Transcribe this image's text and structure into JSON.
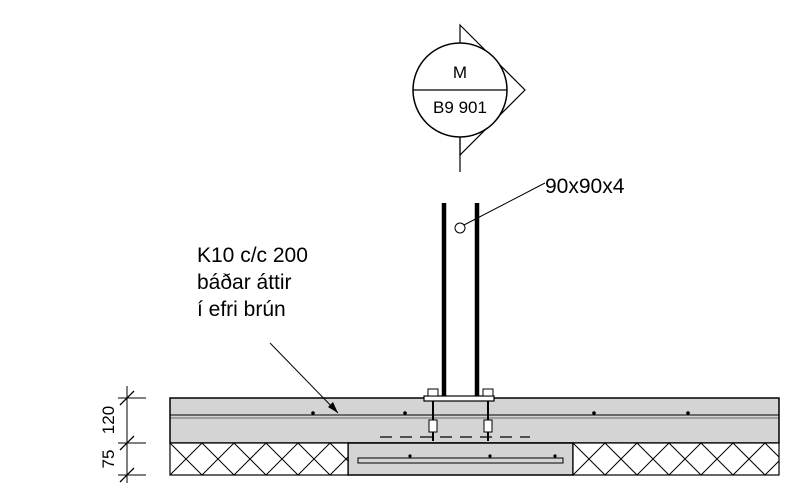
{
  "section_marker": {
    "letter": "M",
    "reference": "B9 901"
  },
  "profile_label": "90x90x4",
  "rebar_note": {
    "line1": "K10 c/c 200",
    "line2": "báðar áttir",
    "line3": "í efri brún"
  },
  "dimensions": {
    "upper": "120",
    "lower": "75"
  },
  "colors": {
    "concrete": "#d4d4d4",
    "concrete_dark": "#bcbcbc",
    "line": "#000000"
  }
}
